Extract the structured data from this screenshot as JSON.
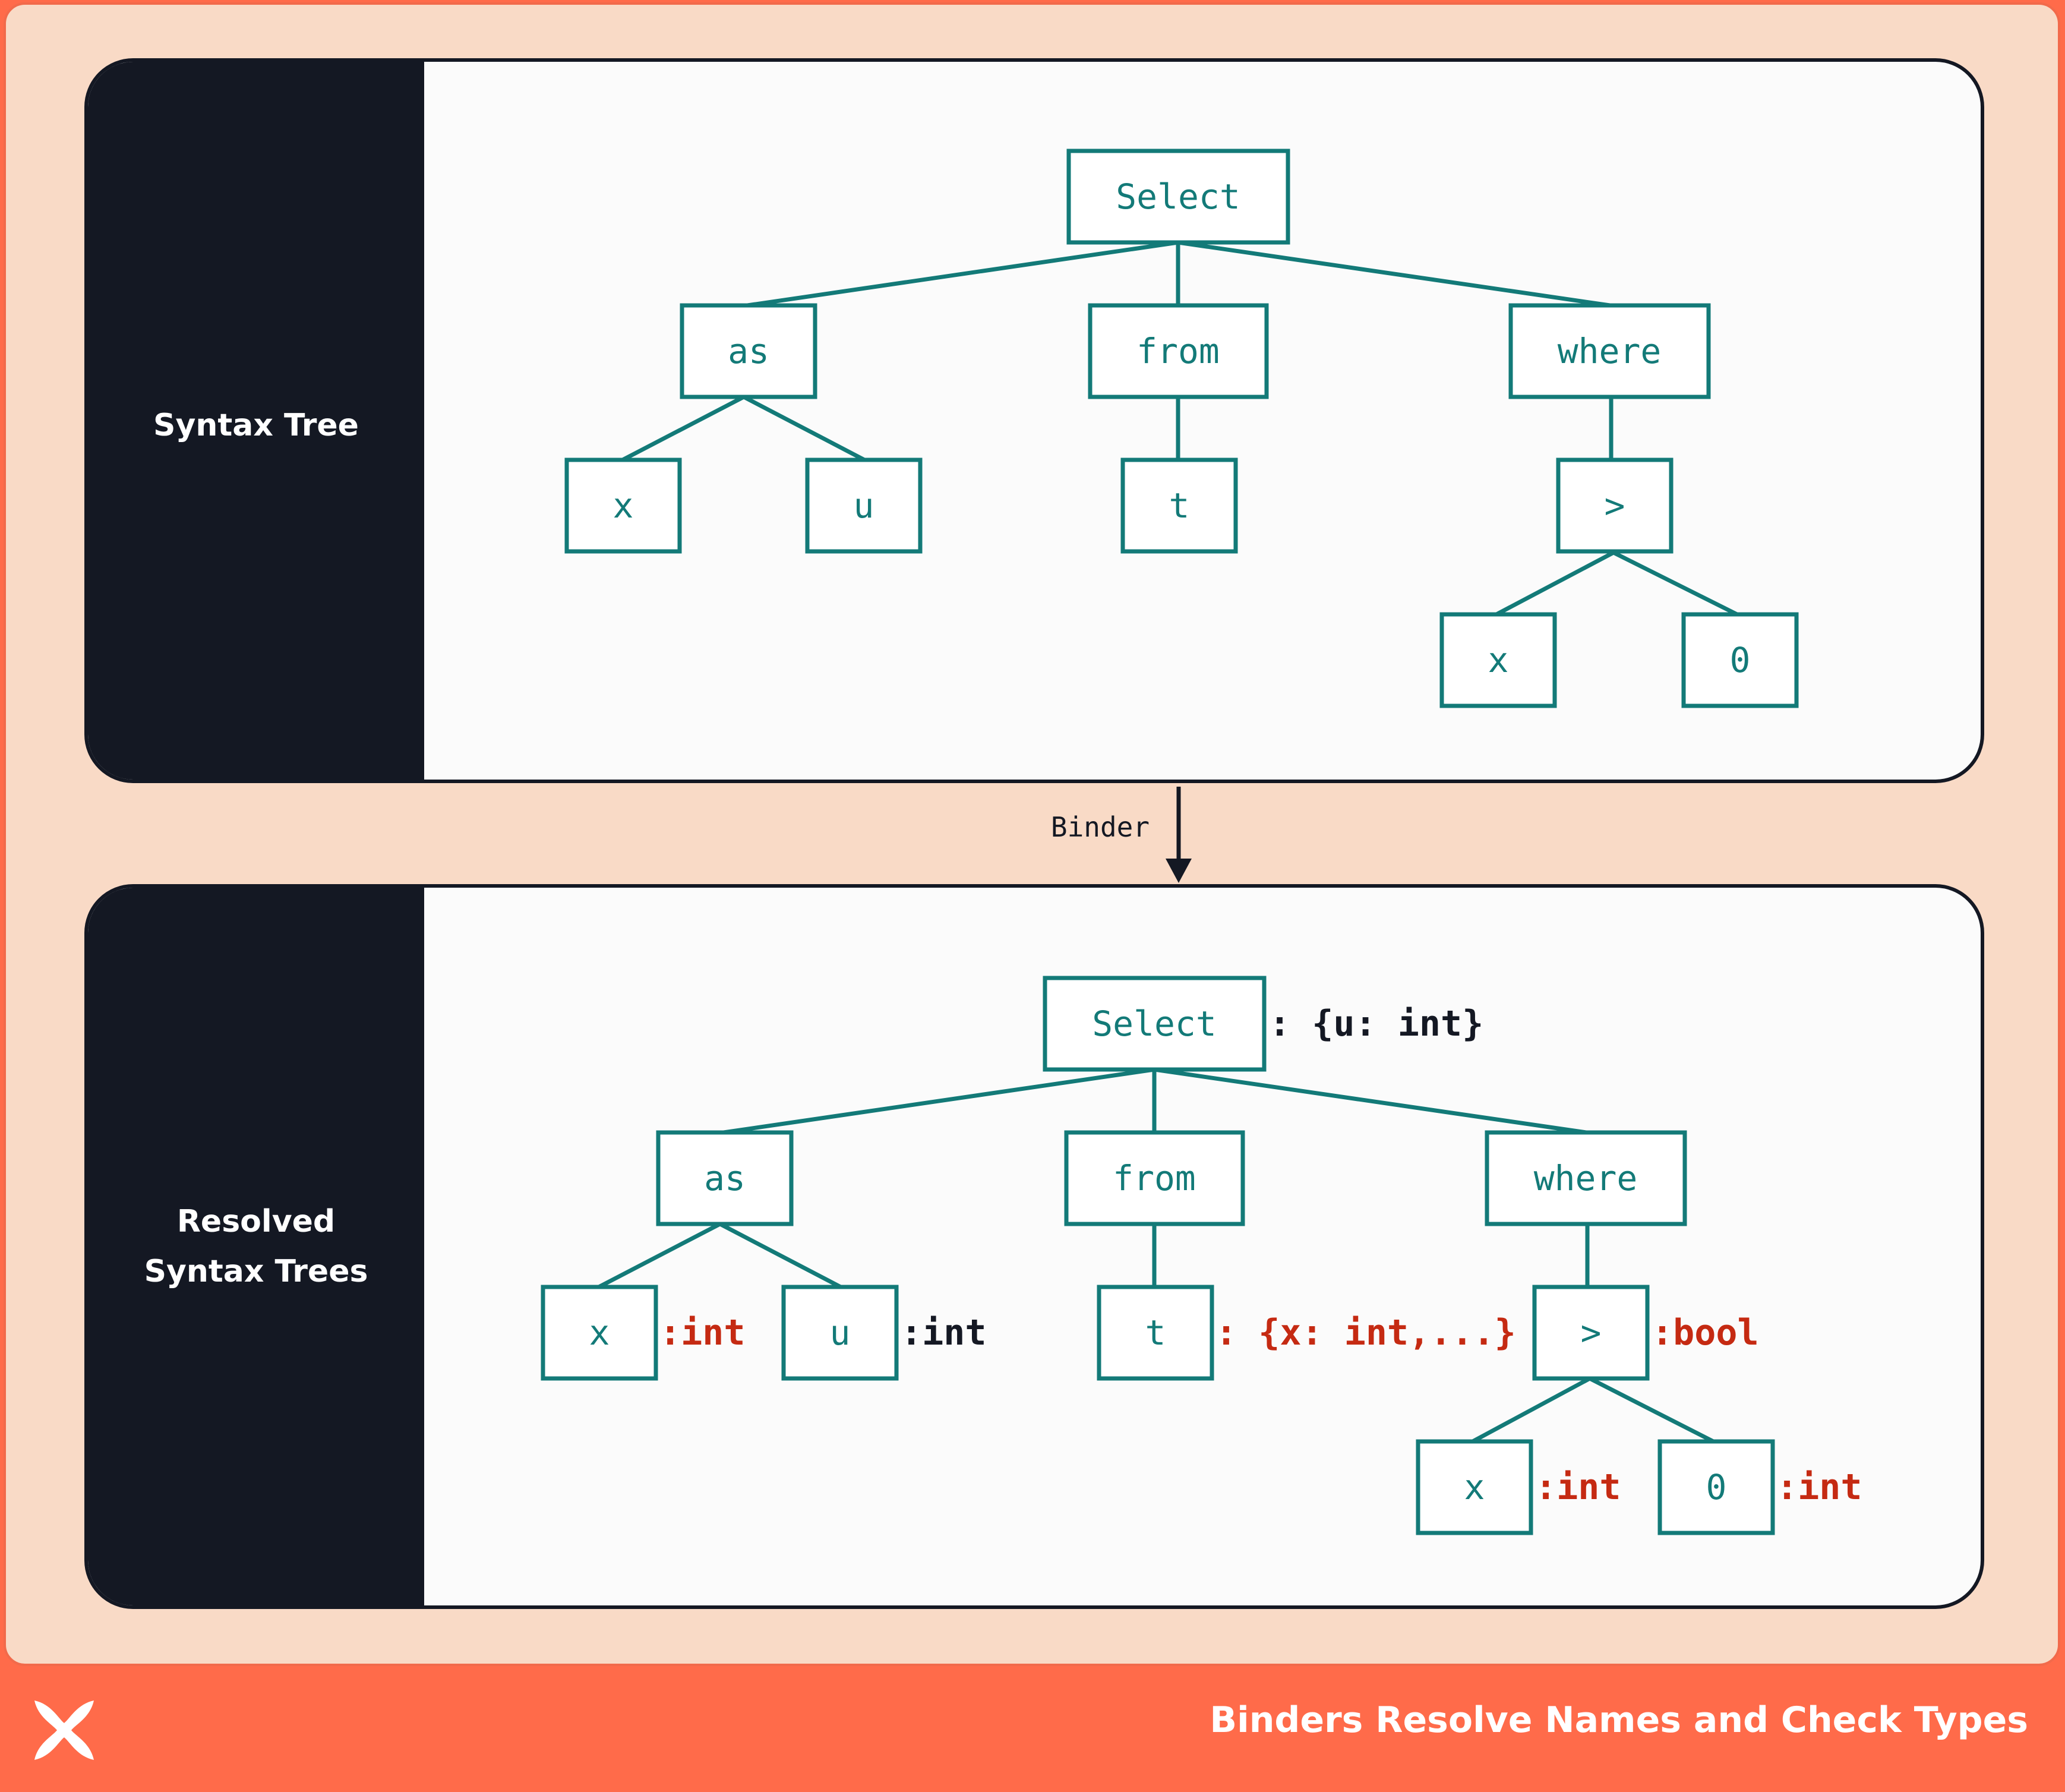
{
  "panels": [
    {
      "label_lines": [
        "Syntax Tree"
      ]
    },
    {
      "label_lines": [
        "Resolved",
        "Syntax Trees"
      ]
    }
  ],
  "tree1": {
    "select": "Select",
    "as": "as",
    "from": "from",
    "where": "where",
    "x": "x",
    "u": "u",
    "t": "t",
    "gt": ">",
    "x2": "x",
    "zero": "0"
  },
  "tree2": {
    "select": "Select",
    "as": "as",
    "from": "from",
    "where": "where",
    "x": "x",
    "u": "u",
    "t": "t",
    "gt": ">",
    "x2": "x",
    "zero": "0"
  },
  "annotations": {
    "select_type": ": {u: int}",
    "x_type": ":int",
    "u_type": ":int",
    "t_type": ": {x: int,...}",
    "gt_type": ":bool",
    "x2_type": ":int",
    "zero_type": ":int"
  },
  "arrow_label": "Binder",
  "footer": {
    "title": "Binders Resolve Names and Check Types"
  },
  "colors": {
    "node": "#137a78",
    "annotation_red": "#c52a12",
    "annotation_dark": "#141823",
    "footer_bg": "#ff6b4a",
    "frame_bg": "#f9dac6",
    "panel_dark": "#141823"
  }
}
